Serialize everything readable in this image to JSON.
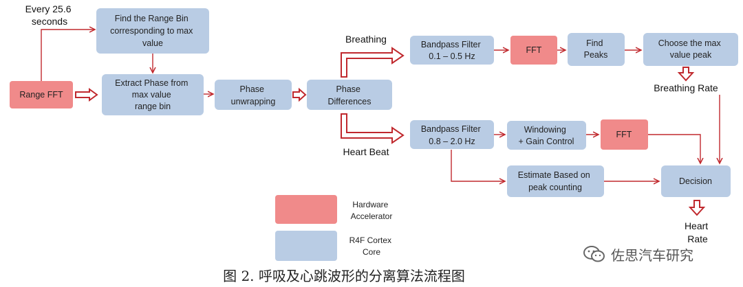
{
  "boxes": {
    "range_fft": "Range FFT",
    "find_range_bin": [
      "Find the Range Bin",
      "corresponding to max",
      "value"
    ],
    "extract_phase": [
      "Extract Phase from",
      "max value",
      "range bin"
    ],
    "phase_unwrapping": [
      "Phase",
      "unwrapping"
    ],
    "phase_differences": [
      "Phase",
      "Differences"
    ],
    "bp_breath": [
      "Bandpass Filter",
      "0.1 – 0.5 Hz"
    ],
    "fft_breath": "FFT",
    "find_peaks": [
      "Find",
      "Peaks"
    ],
    "choose_max": [
      "Choose the max",
      "value peak"
    ],
    "bp_heart": [
      "Bandpass Filter",
      "0.8 – 2.0 Hz"
    ],
    "windowing": [
      "Windowing",
      "+ Gain Control"
    ],
    "fft_heart": "FFT",
    "estimate": [
      "Estimate Based on",
      "peak counting"
    ],
    "decision": "Decision"
  },
  "labels": {
    "every": [
      "Every 25.6",
      "seconds"
    ],
    "breathing": "Breathing",
    "heart_beat": "Heart Beat",
    "breathing_rate": "Breathing Rate",
    "heart_rate": [
      "Heart",
      "Rate"
    ]
  },
  "legend": {
    "hardware": [
      "Hardware",
      "Accelerator"
    ],
    "r4f": [
      "R4F Cortex",
      "Core"
    ]
  },
  "colors": {
    "hardware_fill": "#f08a8a",
    "core_fill": "#b9cce4",
    "arrow": "#c0282d"
  },
  "caption": "图 2. 呼吸及心跳波形的分离算法流程图",
  "watermark": "佐思汽车研究"
}
